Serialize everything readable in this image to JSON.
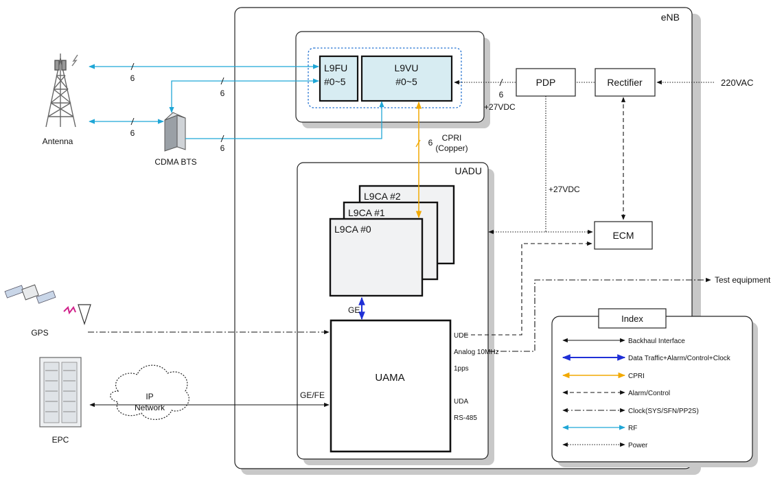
{
  "colors": {
    "rf": "#1fa6d6",
    "cpri": "#f2a900",
    "data": "#1f2fd6",
    "black": "#111111",
    "radio_fill": "#d7ecf2",
    "card_fill": "#f1f2f3"
  },
  "labels": {
    "enb": "eNB",
    "uadu": "UADU",
    "l9fu_name": "L9FU",
    "l9fu_idx": "#0~5",
    "l9vu_name": "L9VU",
    "l9vu_idx": "#0~5",
    "pdp": "PDP",
    "rectifier": "Rectifier",
    "ac": "220VAC",
    "ecm": "ECM",
    "l9ca2": "L9CA #2",
    "l9ca1": "L9CA #1",
    "l9ca0": "L9CA #0",
    "uama": "UAMA",
    "antenna": "Antenna",
    "cdma": "CDMA BTS",
    "gps": "GPS",
    "epc": "EPC",
    "ip_1": "IP",
    "ip_2": "Network",
    "test": "Test equipment",
    "ge": "GE",
    "gefe": "GE/FE",
    "cpri_1": "CPRI",
    "cpri_2": "(Copper)",
    "vdc_top": "+27VDC",
    "vdc_mid": "+27VDC",
    "n_ant1": "6",
    "n_ant2": "6",
    "n_bts1": "6",
    "n_bts2": "6",
    "n_pdp": "6",
    "n_cpri": "6",
    "ude": "UDE",
    "analog": "Analog 10MHz",
    "pps": "1pps",
    "uda": "UDA",
    "rs485": "RS-485"
  },
  "legend": {
    "title": "Index",
    "items": [
      {
        "label": "Backhaul Interface",
        "style": "backhaul"
      },
      {
        "label": "Data Traffic+Alarm/Control+Clock",
        "style": "data"
      },
      {
        "label": "CPRI",
        "style": "cpri"
      },
      {
        "label": "Alarm/Control",
        "style": "alarm"
      },
      {
        "label": "Clock(SYS/SFN/PP2S)",
        "style": "clock"
      },
      {
        "label": "RF",
        "style": "rf"
      },
      {
        "label": "Power",
        "style": "power"
      }
    ]
  }
}
